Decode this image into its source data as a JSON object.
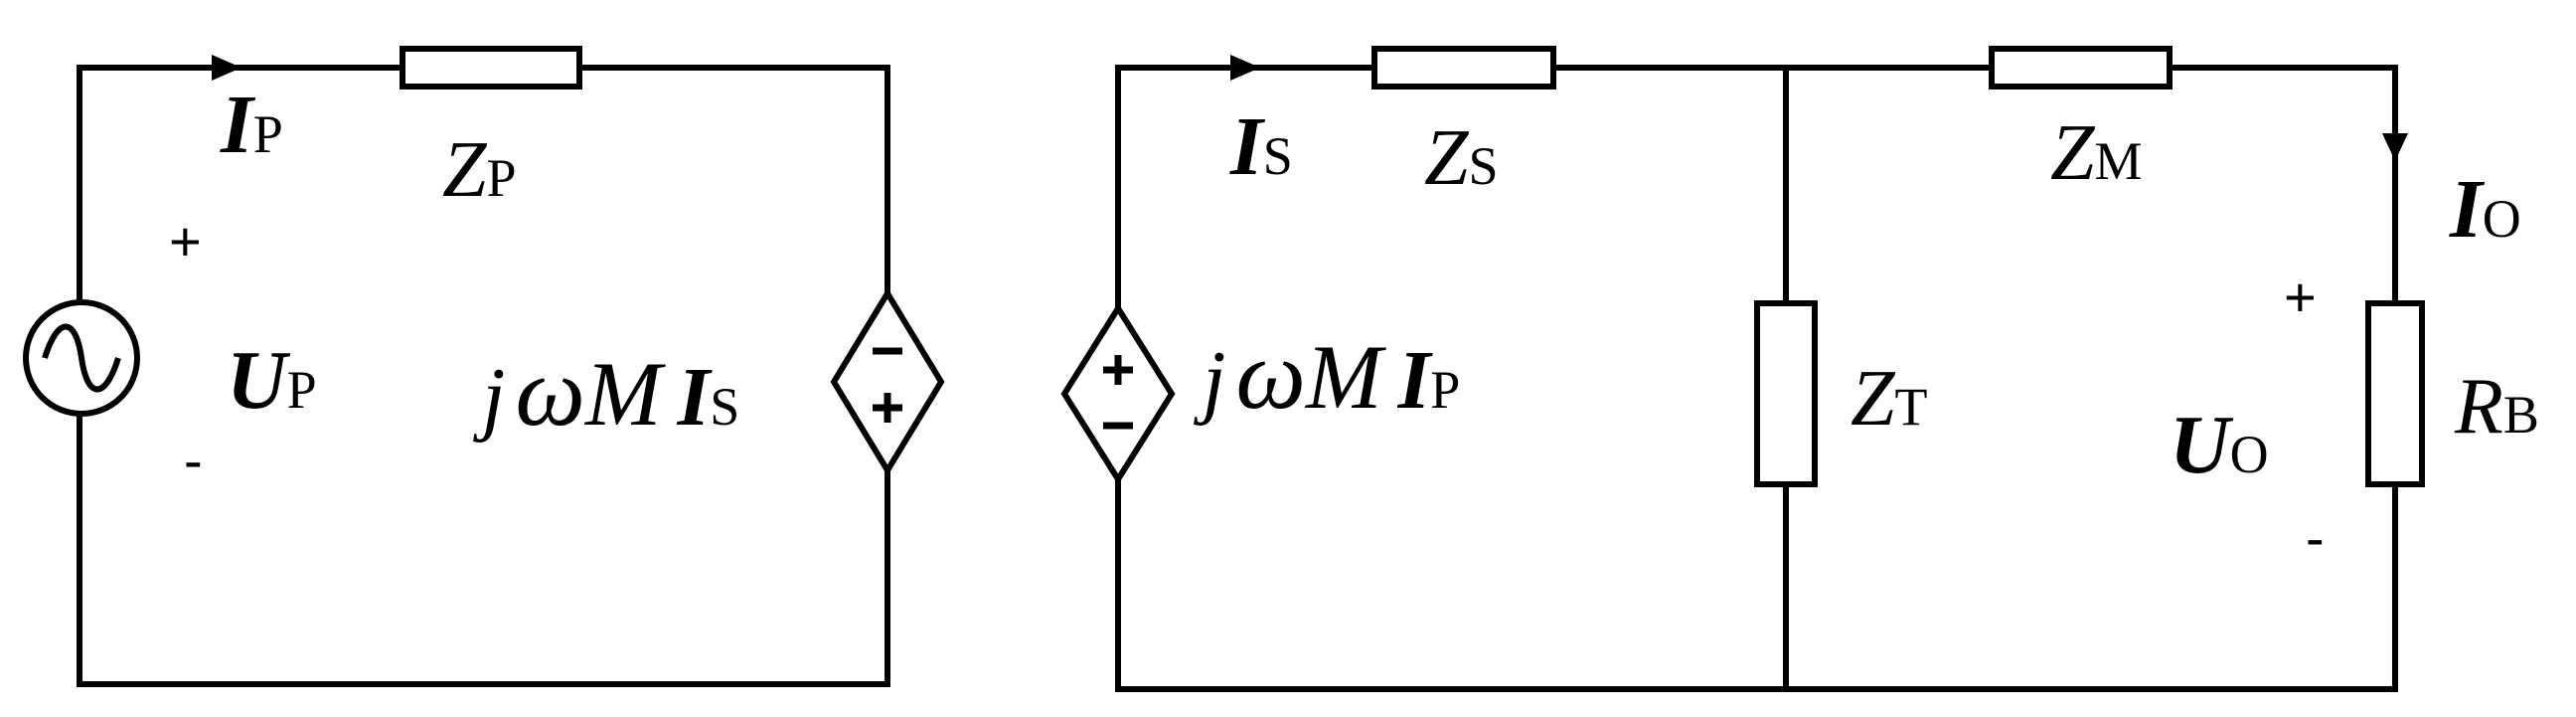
{
  "primary": {
    "current": {
      "symbol": "I",
      "sub": "P"
    },
    "impedance": {
      "symbol": "Z",
      "sub": "P"
    },
    "voltage": {
      "symbol": "U",
      "sub": "P",
      "plus": "+",
      "minus": "-"
    },
    "dependent_source": {
      "prefix": "j",
      "omega": "ω",
      "mutual": "M",
      "symbol": "I",
      "sub": "S"
    }
  },
  "secondary": {
    "current": {
      "symbol": "I",
      "sub": "S"
    },
    "impedance_s": {
      "symbol": "Z",
      "sub": "S"
    },
    "impedance_m": {
      "symbol": "Z",
      "sub": "M"
    },
    "impedance_t": {
      "symbol": "Z",
      "sub": "T"
    },
    "dependent_source": {
      "prefix": "j",
      "omega": "ω",
      "mutual": "M",
      "symbol": "I",
      "sub": "P"
    },
    "output_current": {
      "symbol": "I",
      "sub": "O"
    },
    "output_voltage": {
      "symbol": "U",
      "sub": "O",
      "plus": "+",
      "minus": "-"
    },
    "load": {
      "symbol": "R",
      "sub": "B"
    }
  }
}
